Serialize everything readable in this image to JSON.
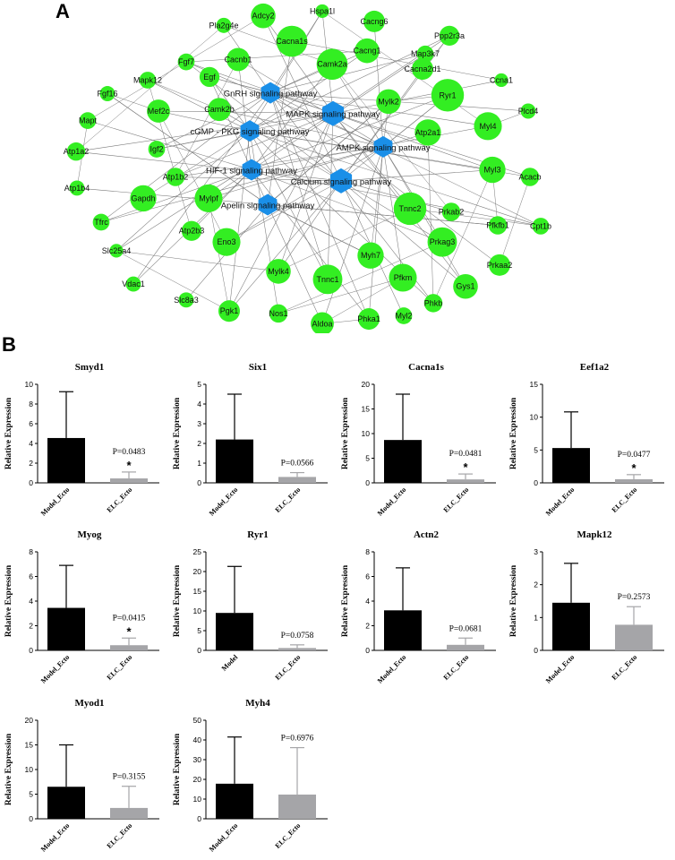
{
  "panel_labels": {
    "a": "A",
    "b": "B"
  },
  "colors": {
    "gene": "#33ee22",
    "pathway": "#1a8fe8",
    "edge": "#7a7a7a",
    "model": "#000000",
    "elc": "#a5a5a8"
  },
  "network": {
    "pathways": [
      {
        "id": "p1",
        "label": "GnRH signaling pathway"
      },
      {
        "id": "p2",
        "label": "MAPK signaling pathway"
      },
      {
        "id": "p3",
        "label": "cGMP - PKG signaling pathway"
      },
      {
        "id": "p4",
        "label": "AMPK signaling pathway"
      },
      {
        "id": "p5",
        "label": "HIF-1 signaling pathway"
      },
      {
        "id": "p6",
        "label": "Calcium signaling pathway"
      },
      {
        "id": "p7",
        "label": "Apelin signaling pathway"
      }
    ],
    "genes": [
      "Pla2g4e",
      "Adcy2",
      "Hspa1l",
      "Cacng6",
      "Map3k7",
      "Fgf7",
      "Cacna1s",
      "Cacng1",
      "Ppp2r3a",
      "Mapk12",
      "Cacnb1",
      "Camk2a",
      "Cacna2d1",
      "Fgf16",
      "Egf",
      "Ccna1",
      "Mef2c",
      "Ryr1",
      "Mapt",
      "Camk2b",
      "Mylk2",
      "Plcd4",
      "Atp1a2",
      "Igf2",
      "Atp2a1",
      "Myl4",
      "Atp1b2",
      "Atp1b4",
      "Acacb",
      "Myl3",
      "Gapdh",
      "Mylpf",
      "Tfrc",
      "Prkab2",
      "Pfkfb1",
      "Cpt1b",
      "Tnnc2",
      "Slc25a4",
      "Prkag3",
      "Atp2b3",
      "Eno3",
      "Myh7",
      "Prkaa2",
      "Mylk4",
      "Tnnc1",
      "Pfkm",
      "Vdac1",
      "Gys1",
      "Slc8a3",
      "Phkb",
      "Pgk1",
      "Nos1",
      "Aldoa",
      "Phka1",
      "Myl2"
    ]
  },
  "chart_data": [
    {
      "type": "bar",
      "title": "Smyd1",
      "ylabel": "Relative Expression",
      "categories": [
        "Model_Ecto",
        "ELC_Ecto"
      ],
      "values": [
        4.55,
        0.45
      ],
      "errors": [
        4.7,
        0.65
      ],
      "ylim": [
        0,
        10
      ],
      "yticks": [
        0,
        2,
        4,
        6,
        8,
        10
      ],
      "p_label": "P=0.0483",
      "significance": "*"
    },
    {
      "type": "bar",
      "title": "Six1",
      "ylabel": "Relative Expression",
      "categories": [
        "Model_Ecto",
        "ELC_Ecto"
      ],
      "values": [
        2.2,
        0.3
      ],
      "errors": [
        2.3,
        0.22
      ],
      "ylim": [
        0,
        5
      ],
      "yticks": [
        0,
        1,
        2,
        3,
        4,
        5
      ],
      "p_label": "P=0.0566",
      "significance": ""
    },
    {
      "type": "bar",
      "title": "Cacna1s",
      "ylabel": "Relative Expression",
      "categories": [
        "Model_Ecto",
        "ELC_Ecto"
      ],
      "values": [
        8.7,
        0.7
      ],
      "errors": [
        9.3,
        1.1
      ],
      "ylim": [
        0,
        20
      ],
      "yticks": [
        0,
        5,
        10,
        15,
        20
      ],
      "p_label": "P=0.0481",
      "significance": "*"
    },
    {
      "type": "bar",
      "title": "Eef1a2",
      "ylabel": "Relative Expression",
      "categories": [
        "Model_Ecto",
        "ELC_Ecto"
      ],
      "values": [
        5.3,
        0.55
      ],
      "errors": [
        5.5,
        0.7
      ],
      "ylim": [
        0,
        15
      ],
      "yticks": [
        0,
        5,
        10,
        15
      ],
      "p_label": "P=0.0477",
      "significance": "*"
    },
    {
      "type": "bar",
      "title": "Myog",
      "ylabel": "Relative Expression",
      "categories": [
        "Model_Ecto",
        "ELC_Ecto"
      ],
      "values": [
        3.45,
        0.42
      ],
      "errors": [
        3.45,
        0.58
      ],
      "ylim": [
        0,
        8
      ],
      "yticks": [
        0,
        2,
        4,
        6,
        8
      ],
      "p_label": "P=0.0415",
      "significance": "*"
    },
    {
      "type": "bar",
      "title": "Ryr1",
      "ylabel": "Relative Expression",
      "categories": [
        "Model",
        "ELC_Ecto"
      ],
      "values": [
        9.5,
        0.6
      ],
      "errors": [
        11.8,
        0.8
      ],
      "ylim": [
        0,
        25
      ],
      "yticks": [
        0,
        5,
        10,
        15,
        20,
        25
      ],
      "p_label": "P=0.0758",
      "significance": ""
    },
    {
      "type": "bar",
      "title": "Actn2",
      "ylabel": "Relative Expression",
      "categories": [
        "Model_Ecto",
        "ELC_Ecto"
      ],
      "values": [
        3.25,
        0.45
      ],
      "errors": [
        3.45,
        0.55
      ],
      "ylim": [
        0,
        8
      ],
      "yticks": [
        0,
        2,
        4,
        6,
        8
      ],
      "p_label": "P=0.0681",
      "significance": ""
    },
    {
      "type": "bar",
      "title": "Mapk12",
      "ylabel": "Relative Expression",
      "categories": [
        "Model_Ecto",
        "ELC_Ecto"
      ],
      "values": [
        1.45,
        0.78
      ],
      "errors": [
        1.2,
        0.55
      ],
      "ylim": [
        0,
        3
      ],
      "yticks": [
        0,
        1,
        2,
        3
      ],
      "p_label": "P=0.2573",
      "significance": ""
    },
    {
      "type": "bar",
      "title": "Myod1",
      "ylabel": "Relative Expression",
      "categories": [
        "Model_Ecto",
        "ELC_Ecto"
      ],
      "values": [
        6.5,
        2.2
      ],
      "errors": [
        8.5,
        4.4
      ],
      "ylim": [
        0,
        20
      ],
      "yticks": [
        0,
        5,
        10,
        15,
        20
      ],
      "p_label": "P=0.3155",
      "significance": ""
    },
    {
      "type": "bar",
      "title": "Myh4",
      "ylabel": "Relative Expression",
      "categories": [
        "Model_Ecto",
        "ELC_Ecto"
      ],
      "values": [
        17.8,
        12.3
      ],
      "errors": [
        23.7,
        23.8
      ],
      "ylim": [
        0,
        50
      ],
      "yticks": [
        0,
        10,
        20,
        30,
        40,
        50
      ],
      "p_label": "P=0.6976",
      "significance": ""
    }
  ]
}
